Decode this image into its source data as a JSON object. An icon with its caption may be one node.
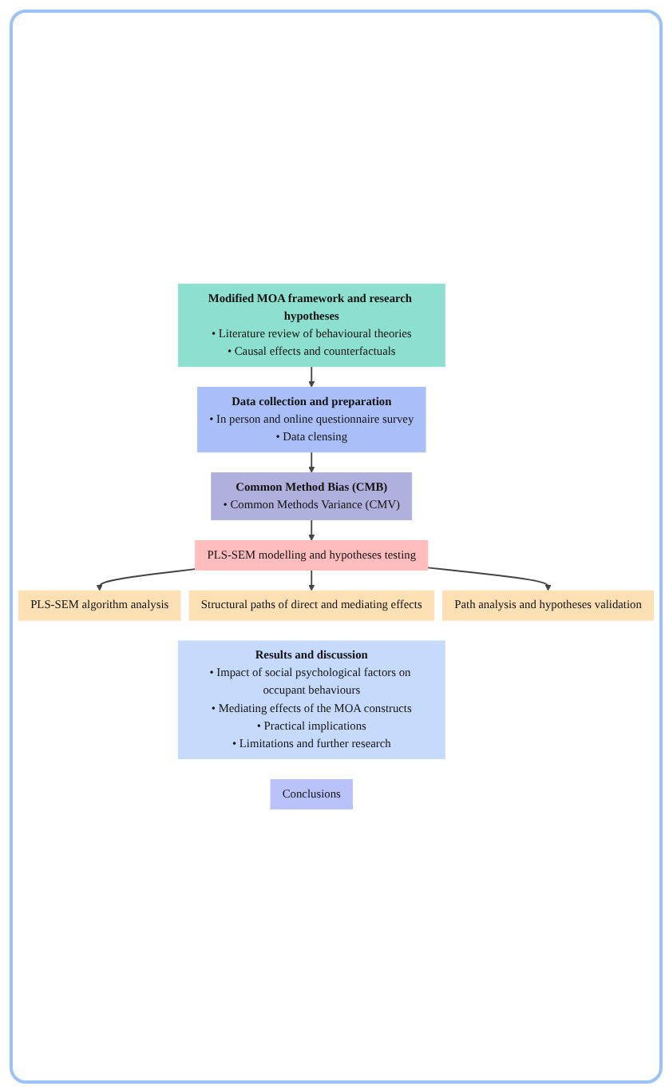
{
  "diagram": {
    "nodes": [
      {
        "text": [
          "Modified MOA framework and research hypotheses",
          "• Literature review of behavioural theories",
          "• Causal effects and counterfactuals"
        ]
      },
      {
        "text": [
          "Data collection and preparation",
          "• In person and online questionnaire survey",
          "• Data clensing"
        ]
      },
      {
        "text": [
          "Common Method Bias (CMB)",
          "• Common Methods Variance (CMV)"
        ]
      },
      {
        "text": [
          "PLS-SEM modelling and hypotheses testing"
        ]
      },
      {
        "text": [
          "PLS-SEM algorithm analysis"
        ]
      },
      {
        "text": [
          "Structural paths of direct and mediating effects"
        ]
      },
      {
        "text": [
          "Path analysis and hypotheses validation"
        ]
      },
      {
        "text": [
          "Results and discussion",
          "• Impact of social psychological factors on occupant behaviours",
          "• Mediating effects of the MOA constructs",
          "• Practical implications",
          "• Limitations and further research"
        ]
      },
      {
        "text": [
          "Conclusions"
        ]
      }
    ],
    "edges": [
      {
        "from": 0,
        "to": 1,
        "arrow": "to"
      },
      {
        "from": 1,
        "to": 2,
        "arrow": "to"
      },
      {
        "from": 2,
        "to": 3,
        "arrow": "to"
      },
      {
        "from": 3,
        "to": 4,
        "arrow": "to"
      },
      {
        "from": 3,
        "to": 5,
        "arrow": "to"
      },
      {
        "from": 3,
        "to": 6,
        "arrow": "to"
      }
    ]
  }
}
